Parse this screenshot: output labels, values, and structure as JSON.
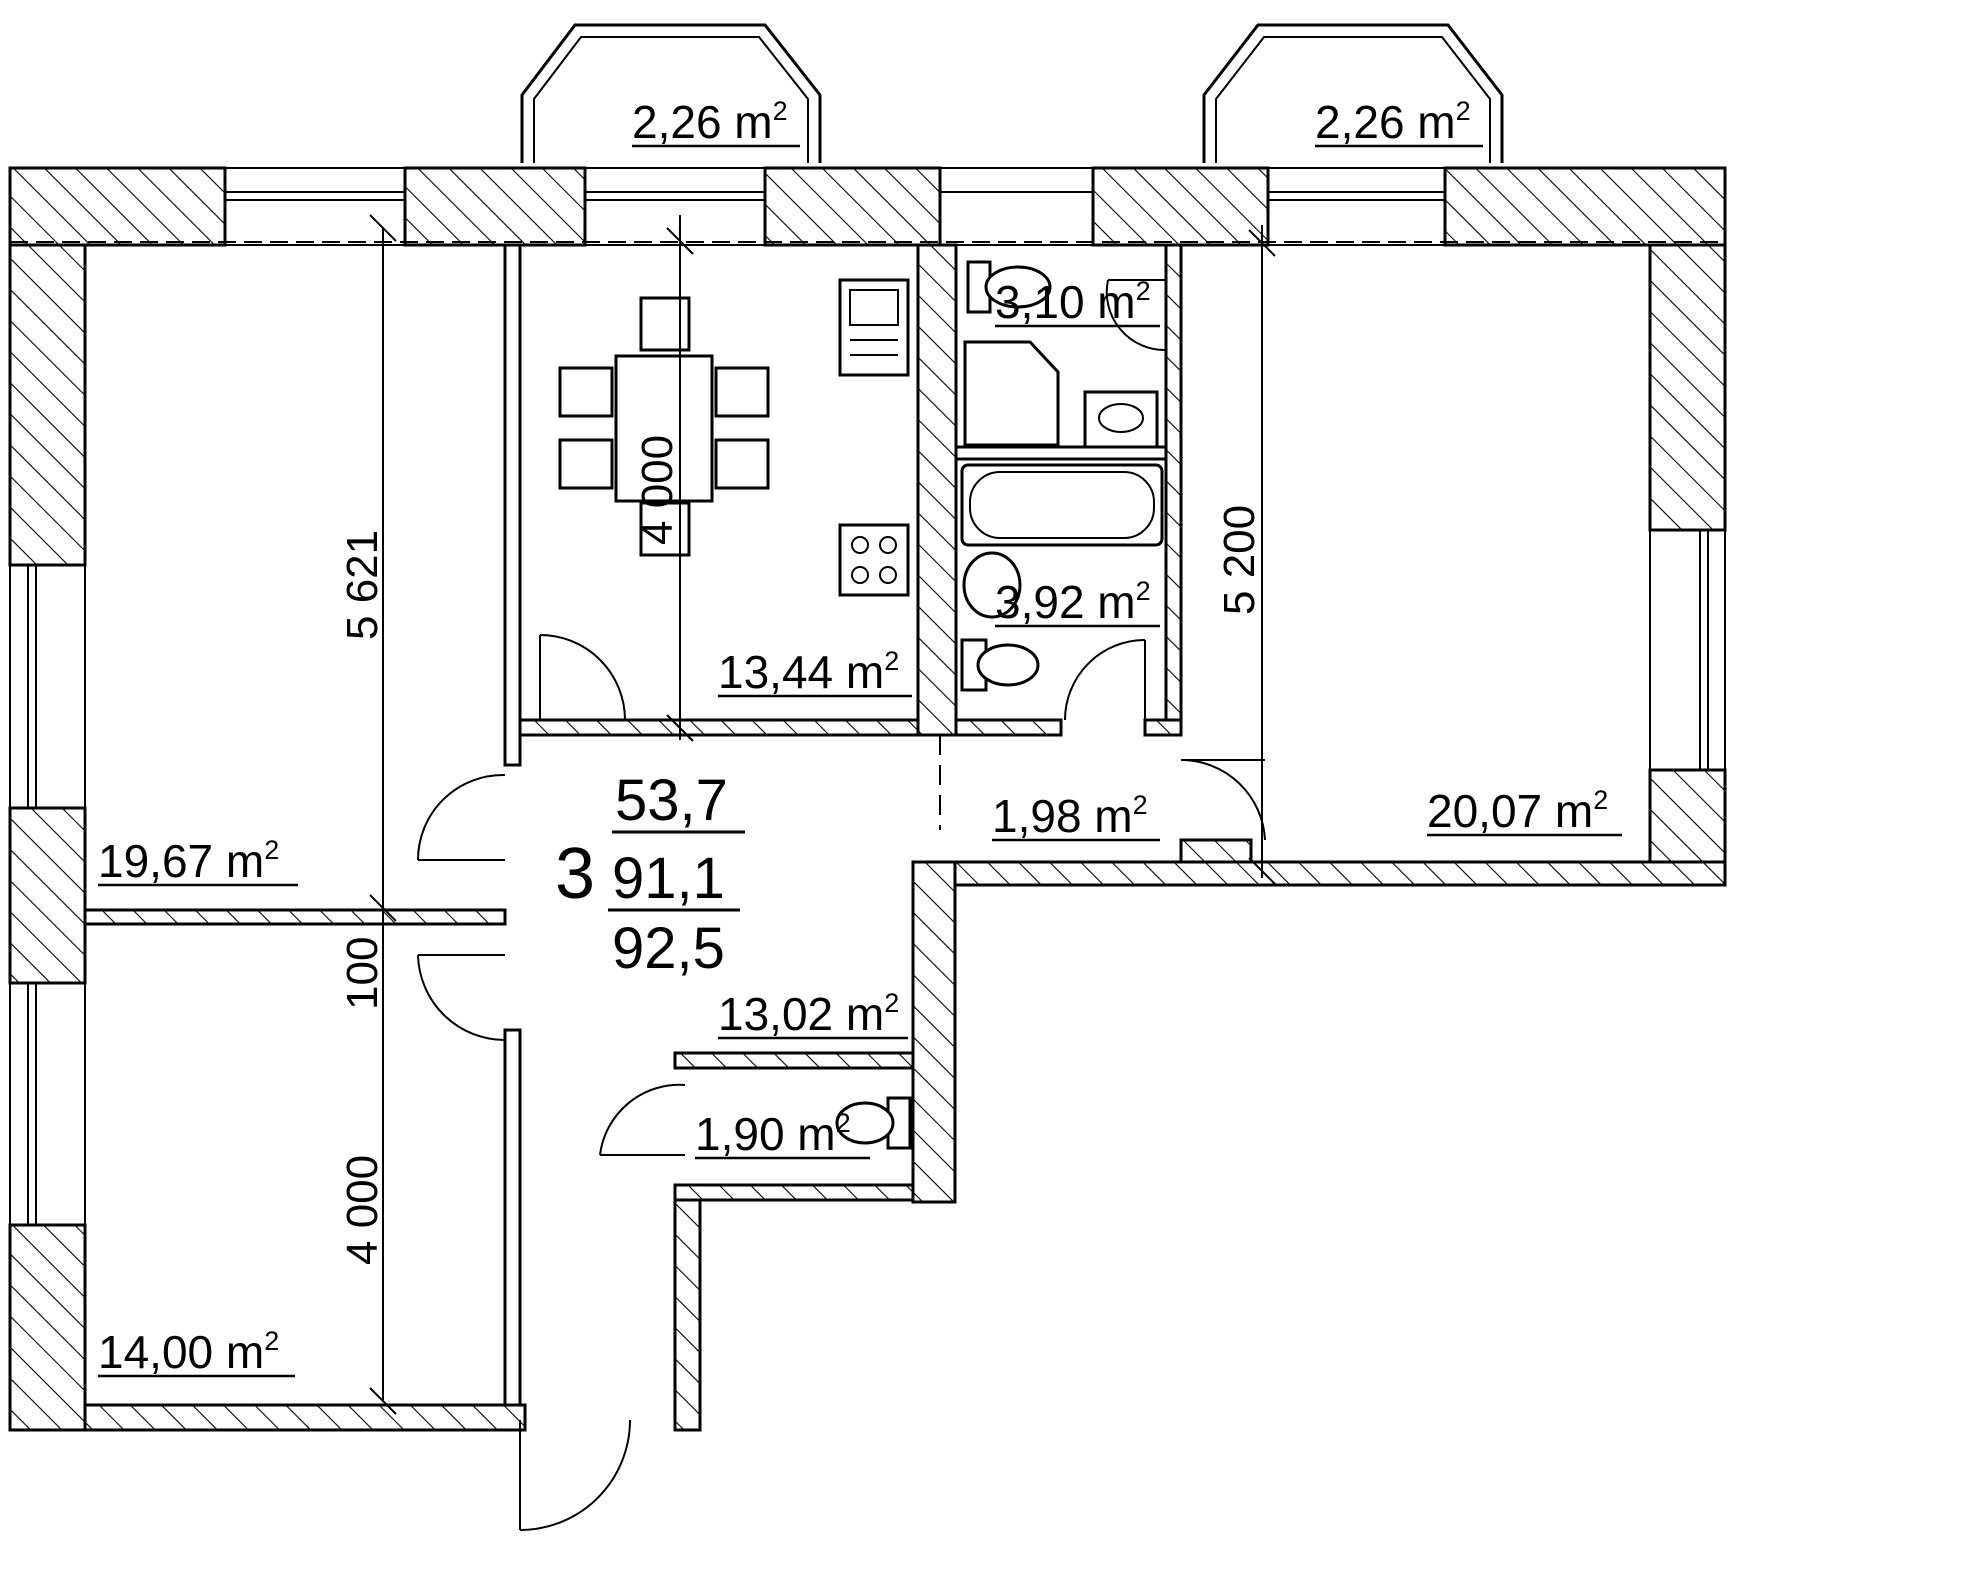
{
  "summary": {
    "rooms_count": "3",
    "living_area": "53,7",
    "total_area": "91,1",
    "total_area_with_balconies": "92,5"
  },
  "rooms": [
    {
      "id": "balcony-left",
      "area": "2,26 m",
      "unit_sup": "2"
    },
    {
      "id": "balcony-right",
      "area": "2,26 m",
      "unit_sup": "2"
    },
    {
      "id": "bedroom-top-left",
      "area": "19,67 m",
      "unit_sup": "2"
    },
    {
      "id": "bedroom-bottom-left",
      "area": "14,00 m",
      "unit_sup": "2"
    },
    {
      "id": "kitchen",
      "area": "13,44 m",
      "unit_sup": "2"
    },
    {
      "id": "toilet",
      "area": "3,10 m",
      "unit_sup": "2"
    },
    {
      "id": "bathroom",
      "area": "3,92 m",
      "unit_sup": "2"
    },
    {
      "id": "corridor-small",
      "area": "1,98 m",
      "unit_sup": "2"
    },
    {
      "id": "living-room",
      "area": "20,07 m",
      "unit_sup": "2"
    },
    {
      "id": "hall",
      "area": "13,02 m",
      "unit_sup": "2"
    },
    {
      "id": "wc",
      "area": "1,90 m",
      "unit_sup": "2"
    }
  ],
  "dimensions": {
    "bedroom_top_depth": "5 621",
    "kitchen_depth": "4 000",
    "living_depth": "5 200",
    "partition": "100",
    "bedroom_bottom_depth": "4 000"
  }
}
